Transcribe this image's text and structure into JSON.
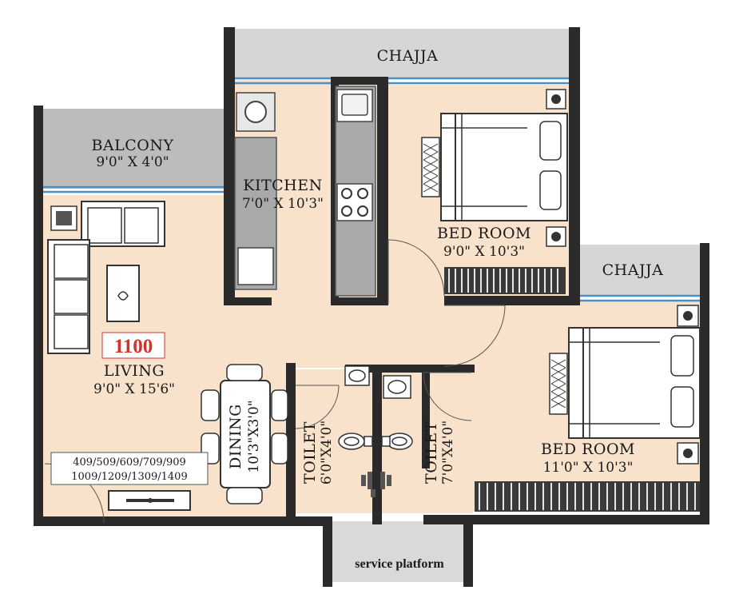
{
  "rooms": {
    "chajja_top": {
      "title": "CHAJJA"
    },
    "chajja_right": {
      "title": "CHAJJA"
    },
    "balcony": {
      "title": "BALCONY",
      "dim": "9'0\" X 4'0\""
    },
    "kitchen": {
      "title": "KITCHEN",
      "dim": "7'0\" X 10'3\""
    },
    "bedroom1": {
      "title": "BED ROOM",
      "dim": "9'0\" X 10'3\""
    },
    "bedroom2": {
      "title": "BED ROOM",
      "dim": "11'0\" X 10'3\""
    },
    "living": {
      "title": "LIVING",
      "dim": "9'0\" X 15'6\""
    },
    "dining": {
      "title": "DINING",
      "dim": "10'3\"X3'0\""
    },
    "toilet1": {
      "title": "TOILET",
      "dim": "6'0\"X4'0\""
    },
    "toilet2": {
      "title": "TOILET",
      "dim": "7'0\"X4'0\""
    },
    "service": {
      "title": "service platform"
    }
  },
  "unit_area": "1100",
  "flat_numbers": {
    "line1": "409/509/609/709/909",
    "line2": "1009/1209/1309/1409"
  },
  "colors": {
    "floor": "#f8e2cc",
    "wall": "#2a2a2a",
    "chajja": "#d6d6d6",
    "balcony": "#bcbcbc",
    "counter": "#a9a9a9",
    "window": "#4a90c8",
    "unit_text": "#d2342a"
  }
}
